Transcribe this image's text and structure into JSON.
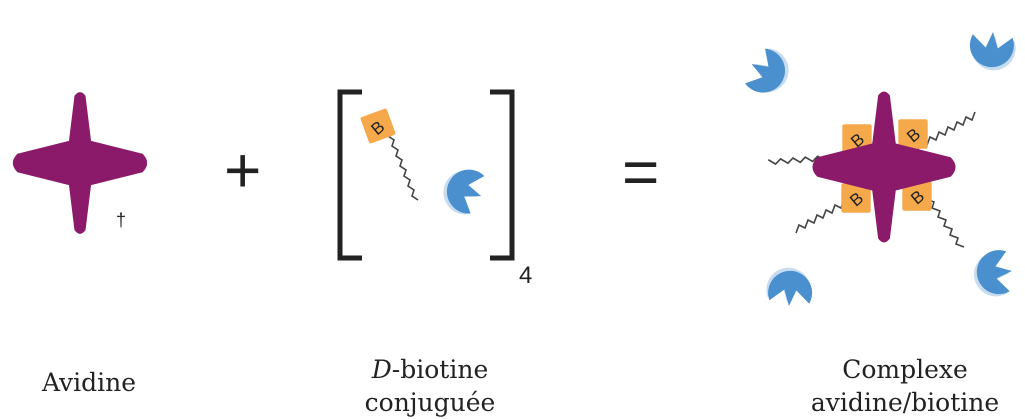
{
  "symbols": {
    "plus": "+",
    "equals": "=",
    "dagger": "†",
    "stoichiometry": "4",
    "biotin_mark": "B"
  },
  "labels": {
    "avidin": "Avidine",
    "conjugate_italic": "D",
    "conjugate_rest": "-biotine",
    "conjugate_line2": "conjuguée",
    "complex_line1": "Complexe",
    "complex_line2": "avidine/biotine"
  },
  "colors": {
    "avidin": "#8b1a6b",
    "biotin": "#f5a94a",
    "payload": "#4a8fce",
    "payload_outline": "#c8dcf0",
    "ink": "#222222"
  }
}
